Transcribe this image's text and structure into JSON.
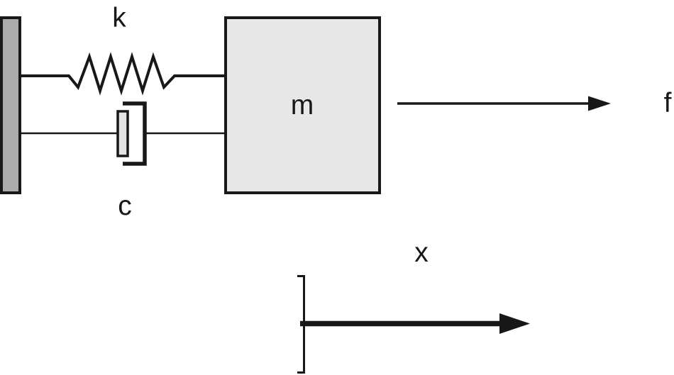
{
  "figure": {
    "kind": "mass-spring-damper free-body diagram",
    "labels": {
      "spring": "k",
      "damper": "c",
      "mass": "m",
      "force": "f",
      "displacement": "x"
    },
    "colors": {
      "wall_fill": "#ababab",
      "mass_fill": "#e7e7e7",
      "piston_fill": "#e3e3e3",
      "line": "#181818",
      "background": "#ffffff"
    }
  }
}
